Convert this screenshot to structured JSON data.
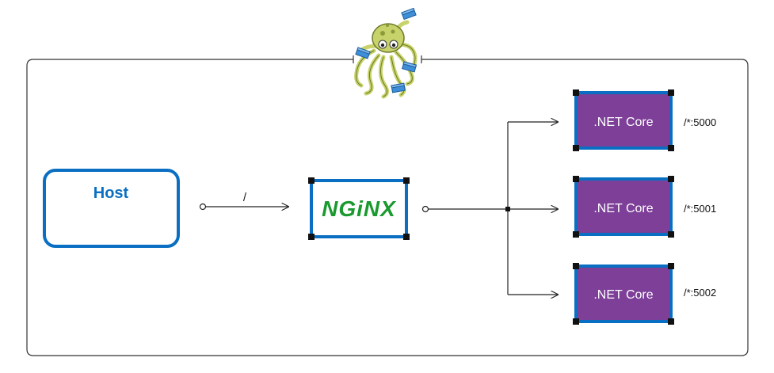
{
  "host": {
    "label": "Host"
  },
  "connection": {
    "label": "/"
  },
  "proxy": {
    "logo_text": "NGiNX",
    "logo_color": "#1a9a2e"
  },
  "services": [
    {
      "label": ".NET Core",
      "route": "/*:5000"
    },
    {
      "label": ".NET Core",
      "route": "/*:5001"
    },
    {
      "label": ".NET Core",
      "route": "/*:5002"
    }
  ],
  "colors": {
    "accent_blue": "#0a6fc2",
    "service_fill": "#7d3f98",
    "service_border": "#0a6fc2",
    "frame": "#333333"
  },
  "icons": {
    "mascot": "octopus-with-containers-icon"
  }
}
